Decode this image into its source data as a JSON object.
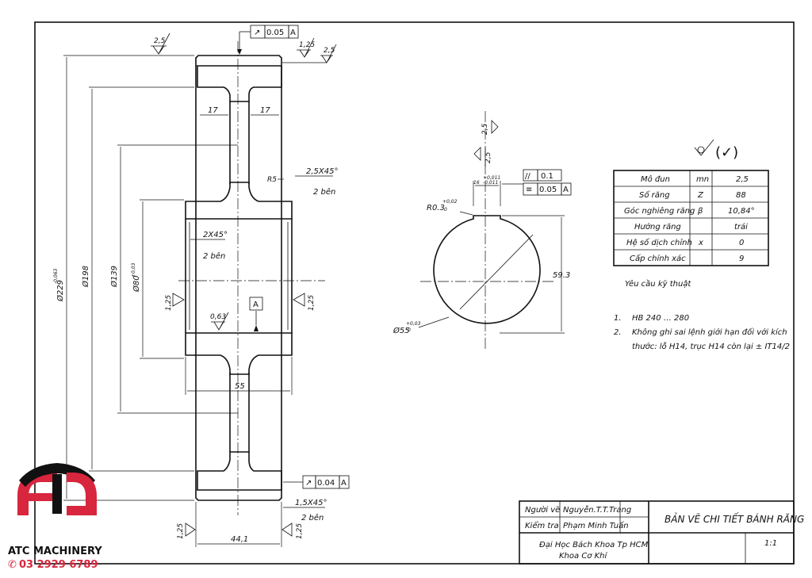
{
  "drawing": {
    "sym_roughness_top": "2,5",
    "sym_roughness_chamfer": "1,25",
    "sym_roughness_top2": "2,5",
    "gdt_top": {
      "symbol": "↗",
      "value": "0.05",
      "datum": "A"
    },
    "gdt_bottom": {
      "symbol": "↗",
      "value": "0.04",
      "datum": "A"
    },
    "dim_web_left": "17",
    "dim_web_right": "17",
    "dim_radius": "R5",
    "dim_chamfer_outer": "2,5X45°",
    "note_2ben_1": "2 bên",
    "dim_chamfer_inner": "2X45°",
    "note_2ben_2": "2 bên",
    "dim_hub_len": "55",
    "dim_chamfer_bot": "1,5X45°",
    "note_2ben_3": "2 bên",
    "dim_width": "44,1",
    "dim_d229": "Ø229",
    "dim_d229_tol": "-0,063",
    "dim_d198": "Ø198",
    "dim_d139": "Ø139",
    "dim_d80": "Ø80",
    "dim_d80_tol": "+0,03",
    "rough_left": "1,25",
    "rough_right": "1,25",
    "rough_bore": "0,63",
    "datum_label": "A",
    "rough_bl": "1,25",
    "rough_br": "1,25",
    "rough_r1": "2,5",
    "rough_r2": "2,5",
    "dim_key_w": "16",
    "dim_key_tol_up": "+0,011",
    "dim_key_tol_lo": "-0,011",
    "gdt_par": {
      "symbol": "//",
      "value": "0.1"
    },
    "gdt_sym": {
      "symbol": "≡",
      "value": "0.05",
      "datum": "A"
    },
    "dim_r03": "R0.3",
    "dim_r03_tol": "+0,02",
    "dim_r03_tol0": "0",
    "dim_593": "59.3",
    "dim_d55": "Ø55",
    "dim_d55_tol": "+0,03",
    "dim_d55_tol0": "0",
    "surface_mark": "(✓)"
  },
  "spec_table": {
    "rows": [
      {
        "label": "Mô đun",
        "sym": "mn",
        "val": "2,5"
      },
      {
        "label": "Số răng",
        "sym": "Z",
        "val": "88"
      },
      {
        "label": "Góc nghiêng răng",
        "sym": "β",
        "val": "10,84°"
      },
      {
        "label": "Hướng răng",
        "sym": "",
        "val": "trái"
      },
      {
        "label": "Hệ số dịch chỉnh",
        "sym": "x",
        "val": "0"
      },
      {
        "label": "Cấp chính xác",
        "sym": "",
        "val": "9"
      }
    ]
  },
  "requirements": {
    "title": "Yêu cầu kỹ thuật",
    "items": [
      {
        "num": "1.",
        "line1": "HB 240 … 280",
        "line2": ""
      },
      {
        "num": "2.",
        "line1": "Không ghi sai lệnh giới hạn đối với kích",
        "line2": "thước: lỗ H14, trục H14 còn lại ± IT14/2"
      }
    ]
  },
  "title_block": {
    "drawn_label": "Người vẽ",
    "drawn_name": "Nguyễn.T.T.Trang",
    "checked_label": "Kiểm tra",
    "checked_name": "Phạm Minh Tuấn",
    "title": "BẢN VẼ CHI TIẾT BÁNH RĂNG",
    "school_line1": "Đại Học Bách Khoa Tp HCM",
    "school_line2": "Khoa Cơ Khí",
    "scale": "1:1"
  },
  "logo": {
    "name": "ATC MACHINERY",
    "phone": "03 2929 6789",
    "brand_color": "#d7263d"
  }
}
